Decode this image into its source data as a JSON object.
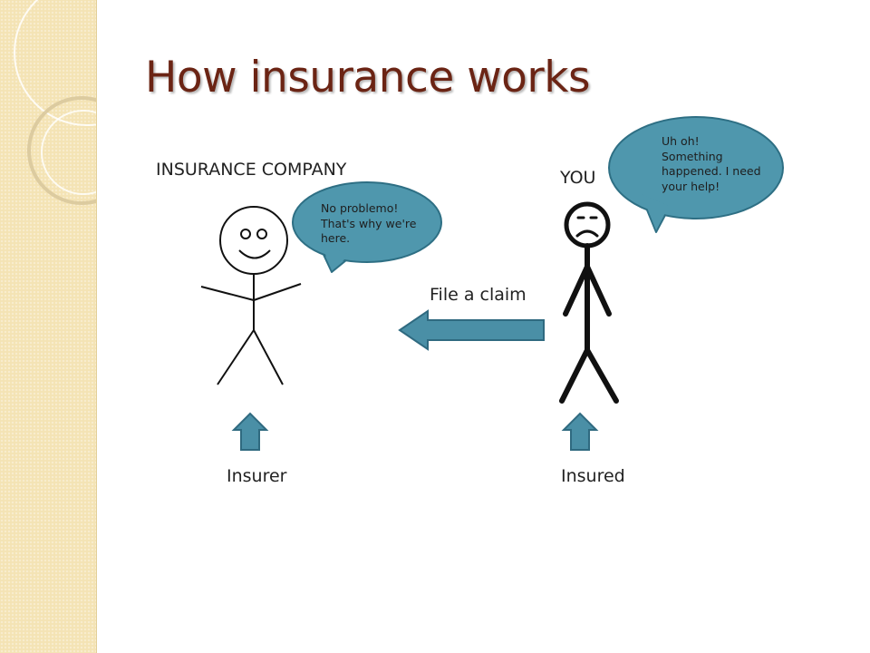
{
  "title": "How insurance works",
  "labels": {
    "company": "INSURANCE COMPANY",
    "you": "YOU",
    "claim": "File a claim",
    "insurer": "Insurer",
    "insured": "Insured"
  },
  "bubbles": {
    "insurer": [
      "No problemo!",
      "That's why we're",
      "here."
    ],
    "insured": [
      "Uh oh!",
      "Something",
      "happened. I need",
      "your help!"
    ]
  },
  "colors": {
    "title": "#6b2414",
    "arrow_fill": "#4a8fa6",
    "arrow_stroke": "#2f6a80",
    "bubble_fill": "#4f97ad",
    "bubble_stroke": "#2e6f84",
    "background_strip": "#f4e3b4"
  }
}
